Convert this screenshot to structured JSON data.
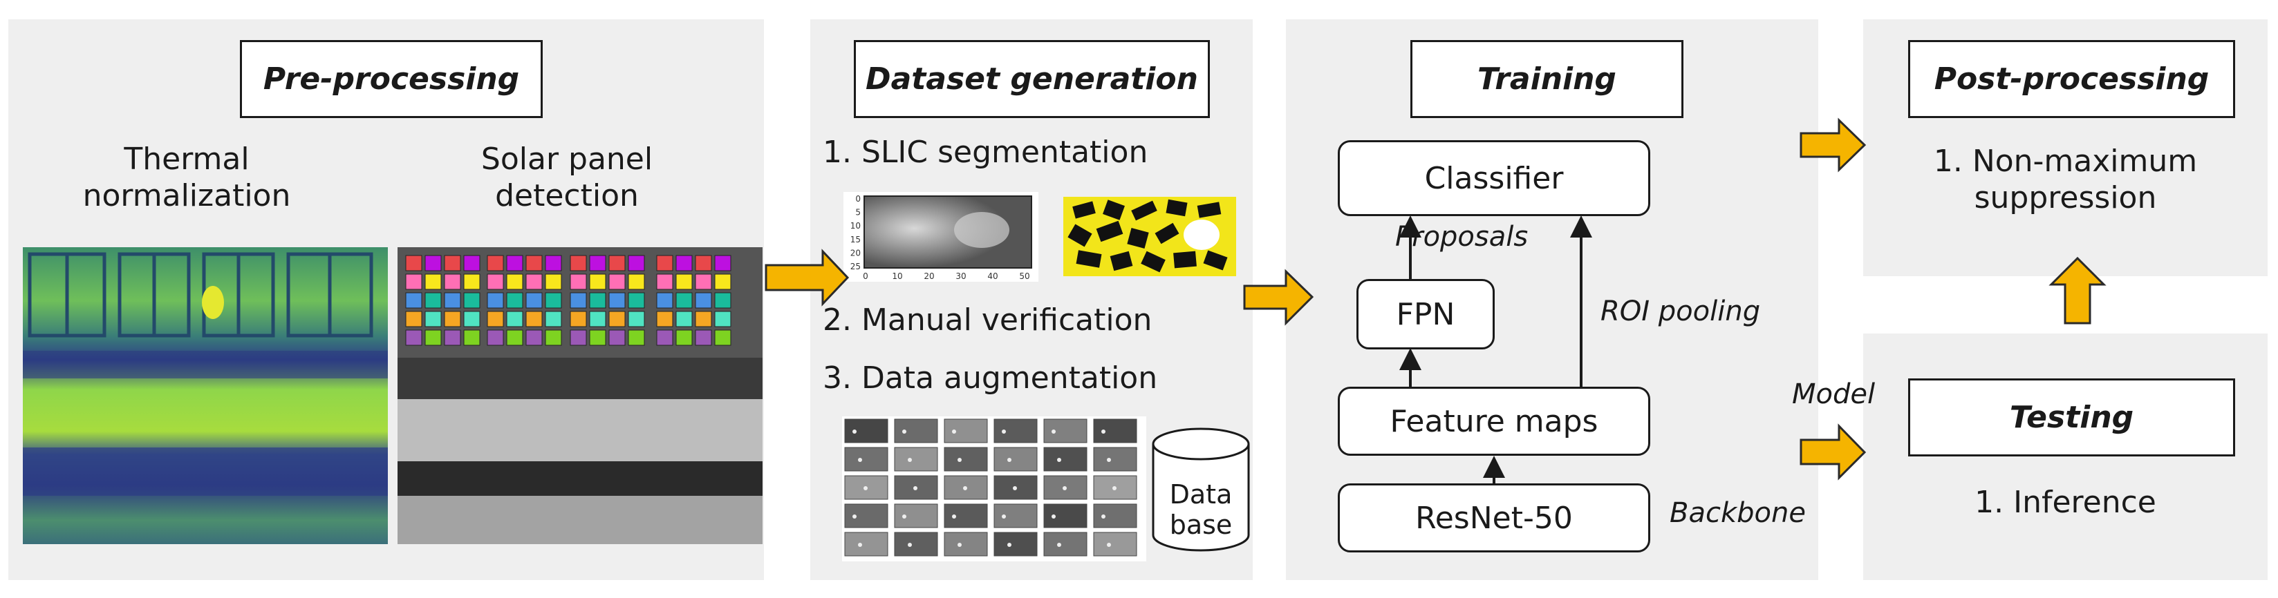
{
  "preprocessing": {
    "title": "Pre-processing",
    "thermal_label_line1": "Thermal",
    "thermal_label_line2": "normalization",
    "detection_label_line1": "Solar panel",
    "detection_label_line2": "detection"
  },
  "dataset": {
    "title": "Dataset generation",
    "step1": "1. SLIC segmentation",
    "step2": "2. Manual verification",
    "step3": "3. Data augmentation",
    "database_line1": "Data",
    "database_line2": "base",
    "heatmap_yticks": [
      "0",
      "5",
      "10",
      "15",
      "20",
      "25"
    ],
    "heatmap_xticks": [
      "0",
      "10",
      "20",
      "30",
      "40",
      "50"
    ]
  },
  "training": {
    "title": "Training",
    "classifier": "Classifier",
    "fpn": "FPN",
    "feature_maps": "Feature maps",
    "resnet": "ResNet-50",
    "proposals": "Proposals",
    "roi_pooling": "ROI pooling",
    "backbone": "Backbone"
  },
  "postprocessing": {
    "title": "Post-processing",
    "step1_line1": "1. Non-maximum",
    "step1_line2": "suppression"
  },
  "testing": {
    "title": "Testing",
    "model_label": "Model",
    "step1": "1. Inference"
  },
  "colors": {
    "arrow_fill": "#f5b400",
    "arrow_stroke": "#2a2a2a",
    "panel_bg": "#efefef"
  }
}
